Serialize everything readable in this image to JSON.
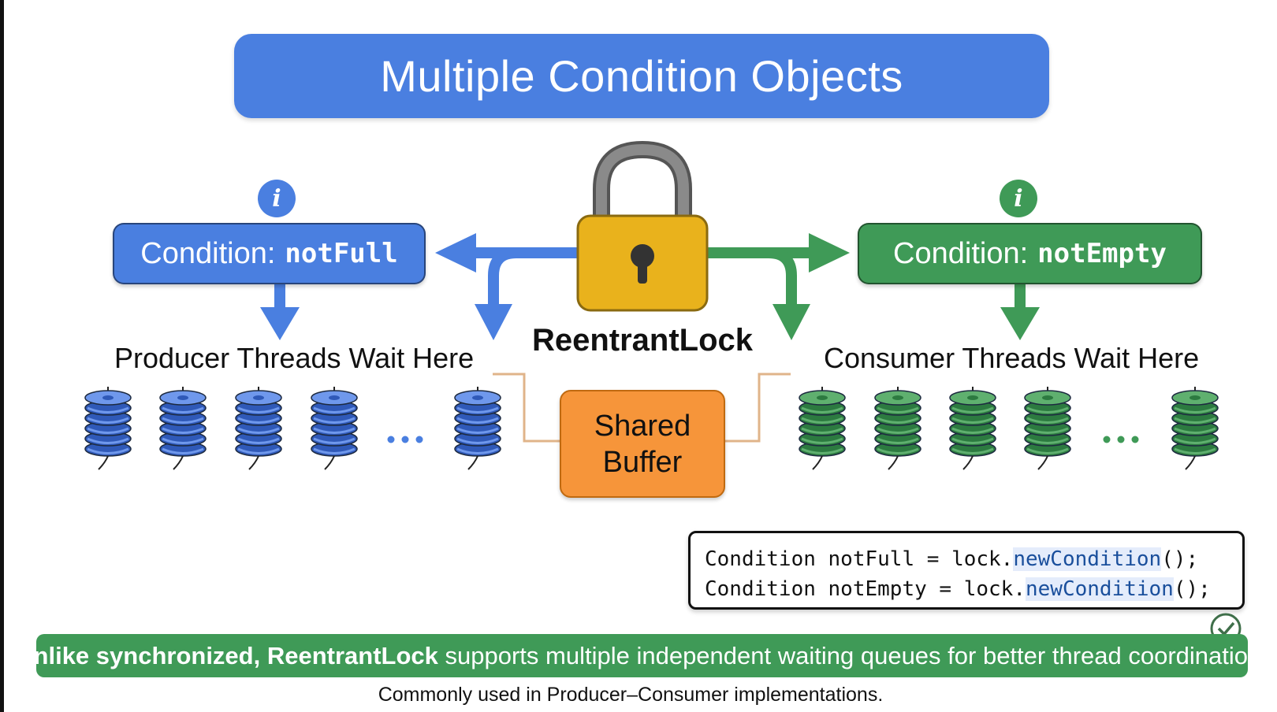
{
  "title": "Multiple Condition Objects",
  "colors": {
    "blue": "#4a7fe0",
    "green": "#3f9a57",
    "lock_gold": "#e9b21c",
    "lock_shackle": "#6f6f6f",
    "buffer_orange": "#f6953a",
    "connector": "#e0b48a",
    "banner_green": "#3f9a57"
  },
  "left": {
    "info_icon": "i",
    "condition_label": "Condition:",
    "condition_name": "notFull",
    "wait_label": "Producer Threads Wait Here",
    "ellipsis": "..."
  },
  "right": {
    "info_icon": "i",
    "condition_label": "Condition:",
    "condition_name": "notEmpty",
    "wait_label": "Consumer Threads Wait Here",
    "ellipsis": "..."
  },
  "lock": {
    "label": "ReentrantLock",
    "icon": "padlock-icon"
  },
  "buffer": {
    "line1": "Shared",
    "line2": "Buffer"
  },
  "code": {
    "line1": {
      "prefix": "Condition notFull = lock.",
      "method": "newCondition",
      "suffix": "();"
    },
    "line2": {
      "prefix": "Condition notEmpty = lock.",
      "method": "newCondition",
      "suffix": "();"
    }
  },
  "banner": {
    "bold1": "Unlike synchronized,",
    "bold2": "ReentrantLock",
    "rest": "supports multiple independent waiting queues for better thread coordination."
  },
  "caption": "Commonly used in Producer–Consumer implementations."
}
